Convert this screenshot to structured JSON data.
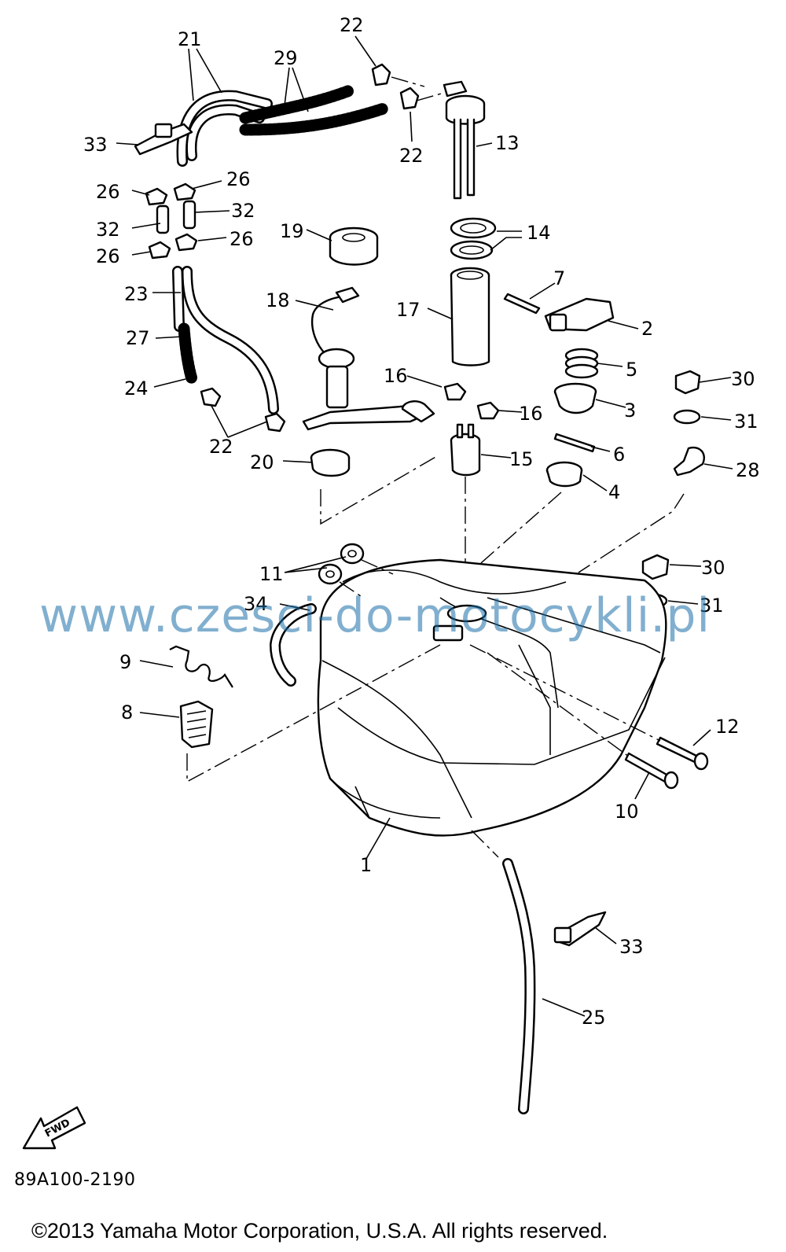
{
  "diagram": {
    "callouts": [
      "1",
      "2",
      "3",
      "4",
      "5",
      "6",
      "7",
      "8",
      "9",
      "10",
      "11",
      "12",
      "13",
      "14",
      "15",
      "16",
      "17",
      "18",
      "19",
      "20",
      "21",
      "22",
      "23",
      "24",
      "25",
      "26",
      "27",
      "28",
      "29",
      "30",
      "31",
      "32",
      "33",
      "34"
    ],
    "fwd_label": "FWD",
    "drawing_code": "89A100-2190",
    "watermark": "www.czesci-do-motocykli.pl",
    "copyright": "©2013 Yamaha Motor Corporation, U.S.A. All rights reserved."
  }
}
